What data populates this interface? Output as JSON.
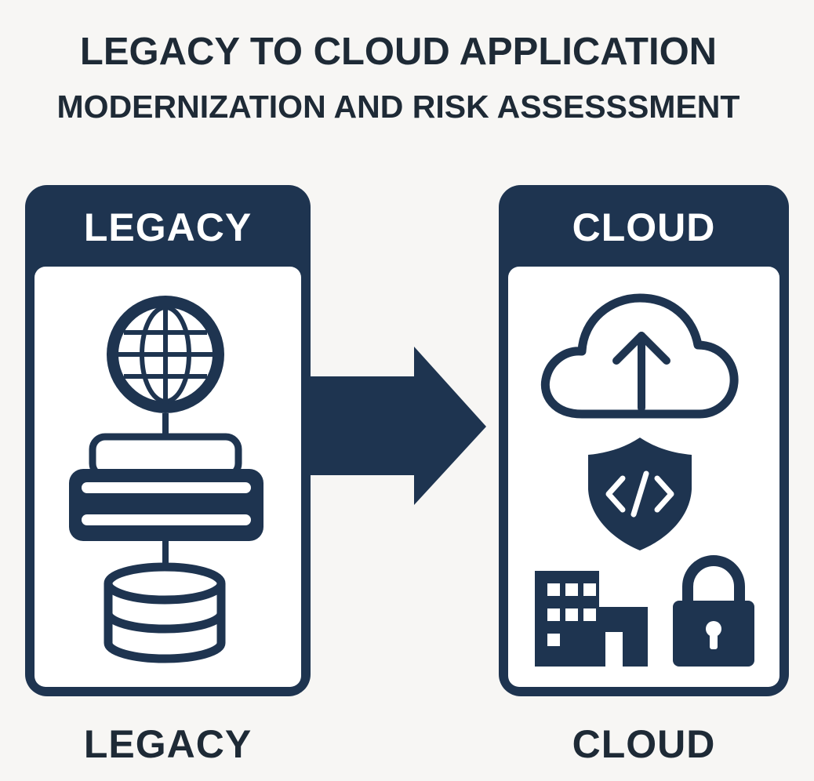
{
  "title": {
    "line1": "LEGACY TO CLOUD APPLICATION",
    "line2": "MODERNIZATION AND RISK ASSESSSMENT"
  },
  "colors": {
    "navy": "#1e3450",
    "background": "#f7f6f4",
    "white": "#ffffff"
  },
  "left_panel": {
    "header": "LEGACY",
    "caption": "LEGACY",
    "icons": [
      "globe-icon",
      "server-icon",
      "database-icon"
    ]
  },
  "right_panel": {
    "header": "CLOUD",
    "caption": "CLOUD",
    "icons": [
      "cloud-upload-icon",
      "code-shield-icon",
      "building-icon",
      "padlock-icon"
    ]
  },
  "connector": {
    "icon": "right-arrow-icon"
  }
}
